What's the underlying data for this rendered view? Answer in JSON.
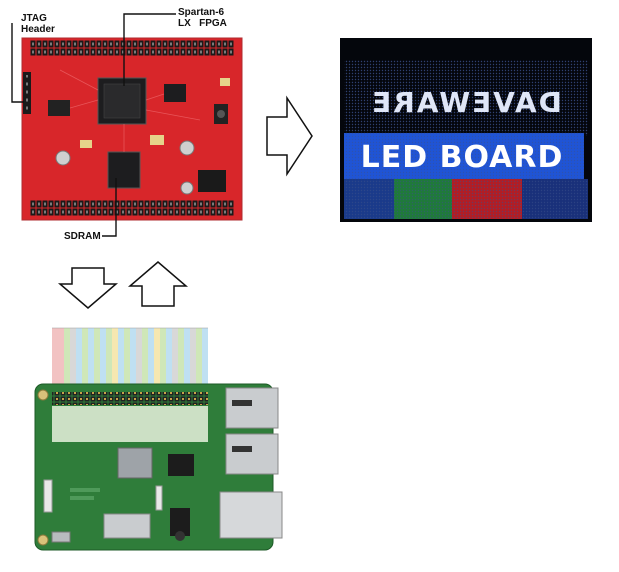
{
  "labels": {
    "jtag_line1": "JTAG",
    "jtag_line2": "Header",
    "fpga_line1": "Spartan-6",
    "fpga_line2": "LX   FPGA",
    "sdram": "SDRAM"
  },
  "led_board": {
    "top_text": "DAVEWARE",
    "main_text": "LED BOARD"
  },
  "colors": {
    "pcb_red": "#d8262a",
    "pcb_dark_red": "#a5171b",
    "rpi_green": "#2f7d3a",
    "led_blue": "#2d6cf2",
    "led_white": "#dfe6f7"
  },
  "icons": {
    "arrow_right": "hollow-right-arrow-icon",
    "arrow_down": "hollow-down-arrow-icon",
    "arrow_up": "hollow-up-arrow-icon"
  }
}
